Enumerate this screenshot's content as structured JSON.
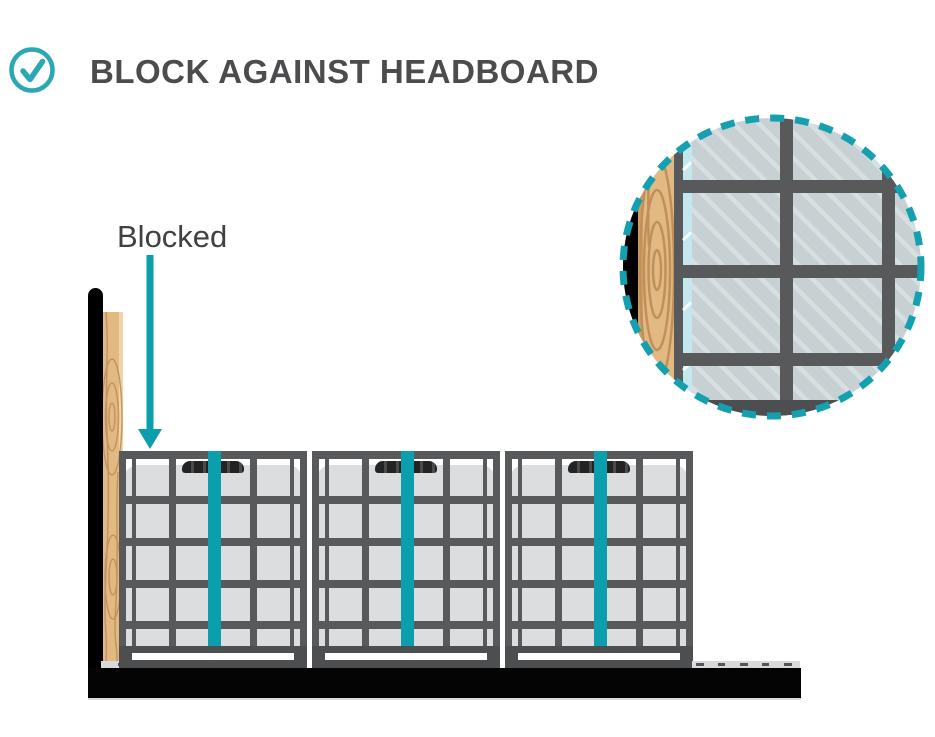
{
  "header": {
    "title": "BLOCK AGAINST HEADBOARD",
    "icon": "check-circle"
  },
  "annotation": {
    "label": "Blocked",
    "arrow_icon": "down-arrow"
  },
  "colors": {
    "accent_teal": "#0D9EAE",
    "icon_teal": "#2CA7B4",
    "title_gray": "#4C4C4E",
    "label_gray": "#414042",
    "cage_gray": "#58595B",
    "pallet_gray": "#4D4E50",
    "tank_gray": "#DCDDDE",
    "inset_tank": "#C7D1D4",
    "inset_stripe": "#D8DFE1",
    "wood_base": "#E2B983",
    "wood_grain": "#C1905A",
    "headboard_black": "#000000",
    "floor_black": "#040404"
  },
  "diagram": {
    "headboard": "trailer-headboard",
    "blocking": "wood-blocking",
    "floor": "trailer-floor",
    "totes": [
      {
        "id": 1,
        "name": "ibc-tote",
        "strap": "teal-strap",
        "cap": "black-cap"
      },
      {
        "id": 2,
        "name": "ibc-tote",
        "strap": "teal-strap",
        "cap": "black-cap"
      },
      {
        "id": 3,
        "name": "ibc-tote",
        "strap": "teal-strap",
        "cap": "black-cap"
      }
    ]
  },
  "inset": {
    "icon": "zoom-detail-circle"
  }
}
